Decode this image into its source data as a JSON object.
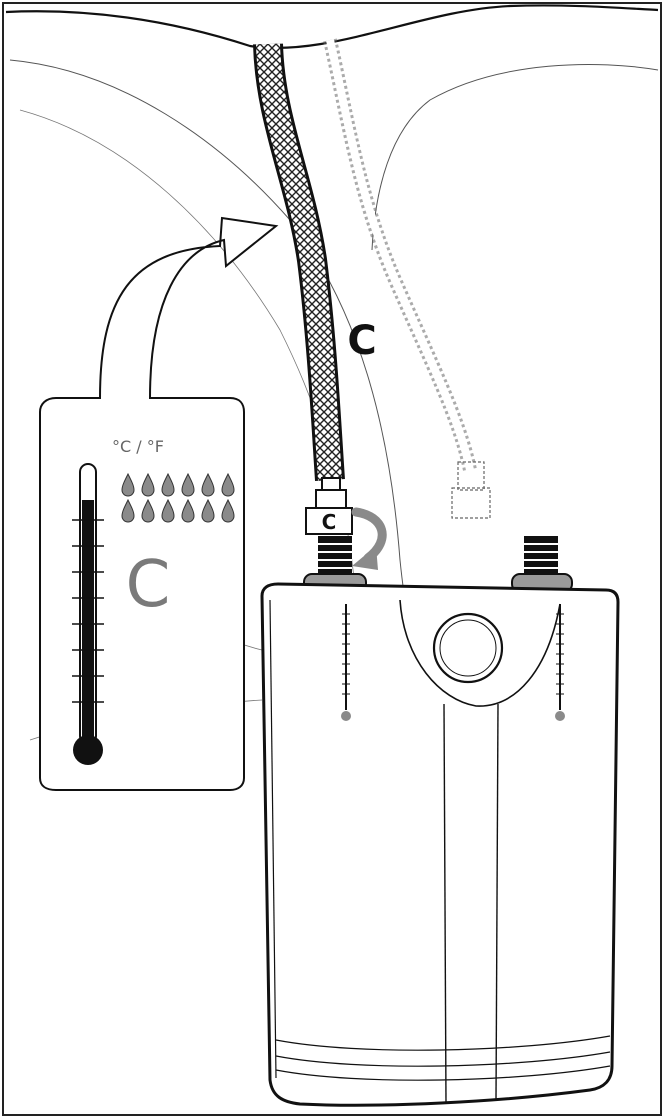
{
  "labels": {
    "hose_label": "C",
    "connector_label": "C",
    "callout_label": "C",
    "temperature_unit": "°C / °F"
  },
  "colors": {
    "ink": "#111111",
    "grey_label": "#7a7a7a",
    "washer_grey": "#9a9a9a",
    "thin_line": "#555555"
  }
}
